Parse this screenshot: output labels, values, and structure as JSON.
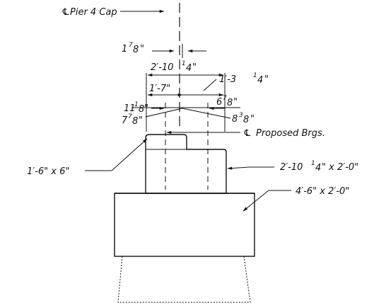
{
  "labels": {
    "pier_cap": "Pier 4 Cap",
    "proposed_brgs": "Proposed Brgs.",
    "centerline_symbol": "℄",
    "dim_1_7_8": {
      "whole": "1",
      "num": "7",
      "den": "8",
      "unit": "\""
    },
    "dim_2_10_1_4": {
      "prefix": "2′-10",
      "num": "1",
      "den": "4",
      "unit": "\""
    },
    "dim_1_3_1_4": {
      "prefix": "1′-3",
      "num": "1",
      "den": "4",
      "unit": "\""
    },
    "dim_1_7": "1′-7\"",
    "dim_11_1_8": {
      "whole": "11",
      "num": "1",
      "den": "8",
      "unit": "\""
    },
    "dim_6_7_8": {
      "whole": "6",
      "num": "7",
      "den": "8",
      "unit": "\""
    },
    "dim_7_7_8": {
      "whole": "7",
      "num": "7",
      "den": "8",
      "unit": "\""
    },
    "dim_8_3_8": {
      "whole": "8",
      "num": "3",
      "den": "8",
      "unit": "\""
    },
    "block_small": "1′-6\" x 6\"",
    "block_middle": {
      "prefix": "2′-10",
      "num": "1",
      "den": "4",
      "suffix": "\" x 2′-0\""
    },
    "block_base": "4′-6\" x 2′-0\""
  }
}
